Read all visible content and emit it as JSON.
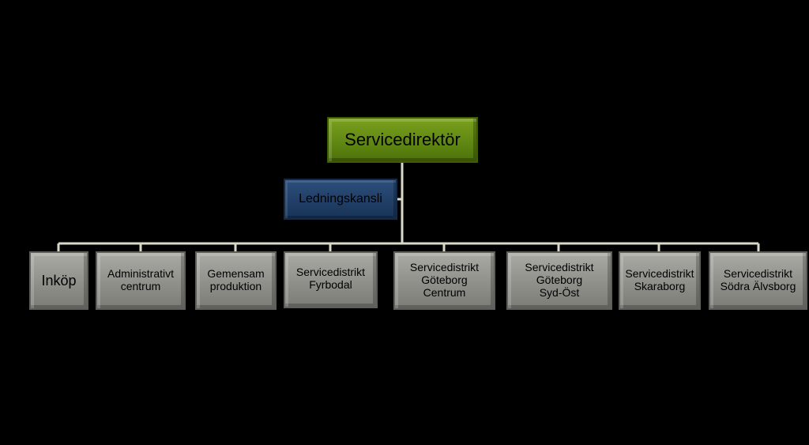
{
  "colors": {
    "background": "#000000",
    "root_fill": "#6a9216",
    "staff_fill": "#213f68",
    "unit_fill": "#969791",
    "connector": "#d9d9c8",
    "text": "#000000"
  },
  "root": {
    "label": "Servicedirektör"
  },
  "staff": {
    "label": "Ledningskansli"
  },
  "units": [
    {
      "label": "Inköp"
    },
    {
      "label": "Administrativt\ncentrum"
    },
    {
      "label": "Gemensam\nproduktion"
    },
    {
      "label": "Servicedistrikt\nFyrbodal"
    },
    {
      "label": "Servicedistrikt\nGöteborg\nCentrum"
    },
    {
      "label": "Servicedistrikt\nGöteborg\nSyd-Öst"
    },
    {
      "label": "Servicedistrikt\nSkaraborg"
    },
    {
      "label": "Servicedistrikt\nSödra Älvsborg"
    }
  ]
}
